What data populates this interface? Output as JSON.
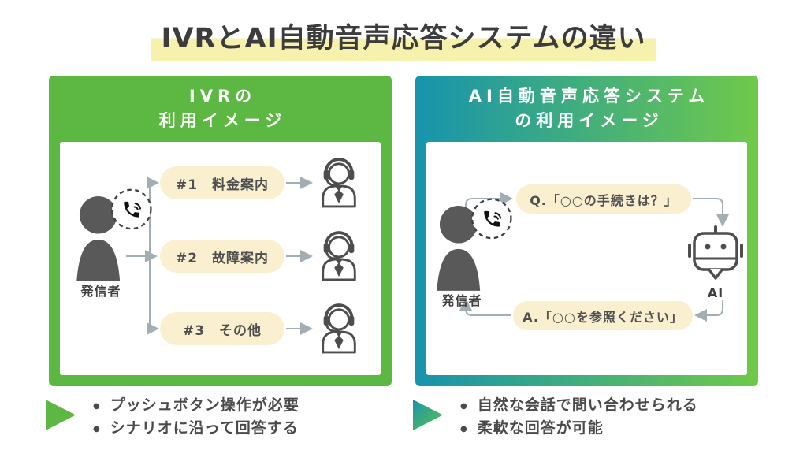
{
  "title": "IVRとAI自動音声応答システムの違い",
  "left_panel": {
    "header_line1": "IVRの",
    "header_line2": "利用イメージ",
    "caller_label": "発信者",
    "options": [
      {
        "label": "#1　料金案内"
      },
      {
        "label": "#2　故障案内"
      },
      {
        "label": "#3　その他"
      }
    ],
    "bullets": [
      "プッシュボタン操作が必要",
      "シナリオに沿って回答する"
    ],
    "accent_color": "#5cb843"
  },
  "right_panel": {
    "header_line1": "AI自動音声応答システム",
    "header_line2": "の利用イメージ",
    "caller_label": "発信者",
    "ai_label": "AI",
    "question": "Q.「○○の手続きは？」",
    "answer": "A.「○○を参照ください」",
    "bullets": [
      "自然な会話で問い合わせられる",
      "柔軟な回答が可能"
    ],
    "gradient_start": "#1794ad",
    "gradient_end": "#6fc94a"
  },
  "colors": {
    "title_highlight": "#f7f1ae",
    "pill_background": "#faf0cf",
    "arrow": "#a3aeb4",
    "text_dark": "#4a4a4a",
    "icon_dark": "#4d4d4d"
  },
  "icons": {
    "caller": "person-silhouette-icon",
    "phone": "phone-call-icon",
    "operator": "operator-headset-icon",
    "robot": "ai-robot-icon",
    "flow": "flow-arrow"
  }
}
